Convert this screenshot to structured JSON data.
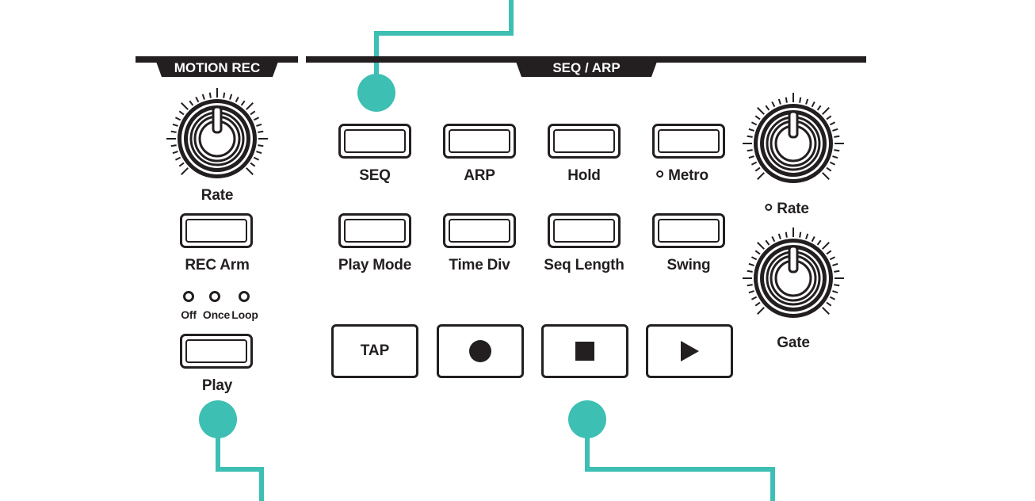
{
  "colors": {
    "ink": "#231f20",
    "accent": "#3dbfb3",
    "background": "#ffffff"
  },
  "motion_rec": {
    "header": "MOTION REC",
    "rate_knob_label": "Rate",
    "rec_arm_label": "REC Arm",
    "loop_modes": [
      "Off",
      "Once",
      "Loop"
    ],
    "play_label": "Play"
  },
  "seq_arp": {
    "header": "SEQ / ARP",
    "row1": [
      "SEQ",
      "ARP",
      "Hold",
      "Metro"
    ],
    "row2": [
      "Play Mode",
      "Time Div",
      "Seq Length",
      "Swing"
    ],
    "transport": {
      "tap_label": "TAP",
      "record_icon": "record-icon",
      "stop_icon": "stop-icon",
      "play_icon": "play-icon"
    },
    "rate_knob_label": "Rate",
    "gate_knob_label": "Gate"
  }
}
